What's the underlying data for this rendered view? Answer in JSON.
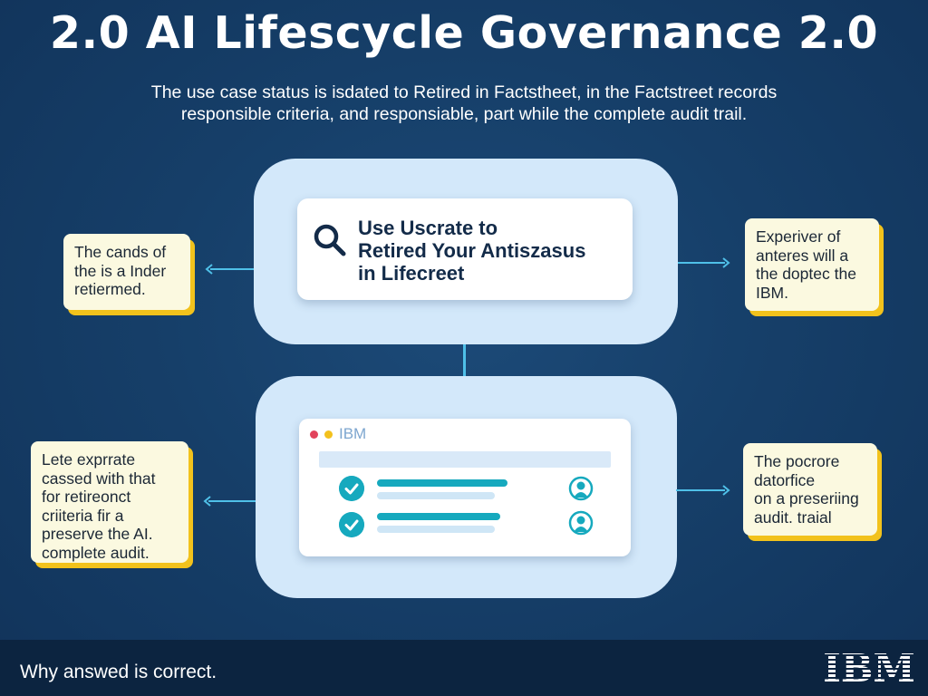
{
  "title": "2.0 AI Lifescycle Governance  2.0",
  "subtitle": {
    "line1": "The use case status is isdated to Retired in Factstheet, in the Factstreet records",
    "line2": "responsible criteria, and responsiable, part while the complete audit trail."
  },
  "search_card": {
    "line1": "Use Uscrate to",
    "line2": "Retired Your Antiszasus",
    "line3": "in Lifecreet"
  },
  "browser_card": {
    "label": "IBM"
  },
  "notes": {
    "top_left": [
      "The cands of",
      "the is a Inder",
      "retiermed."
    ],
    "top_right": [
      "Experiver of",
      "anteres will a",
      "the doptec the",
      "IBM."
    ],
    "bottom_left": [
      "Lete exprrate",
      "cassed with that",
      "for retireonct",
      "criiteria fir a",
      "preserve the AI.",
      "complete audit."
    ],
    "bottom_right": [
      "The pocrore",
      "datorfice",
      "on a preseriing",
      "audit. traial"
    ]
  },
  "footer": {
    "text": "Why answed is correct."
  },
  "logo": {
    "text": "IBM"
  },
  "colors": {
    "background": "#143a63",
    "panel": "#d3e8fa",
    "accent": "#16a9be",
    "note_shadow": "#f2c21c",
    "connector": "#4fc0e8"
  },
  "icons": [
    "search-icon",
    "check-icon",
    "user-icon",
    "arrow-left-icon",
    "arrow-right-icon"
  ]
}
